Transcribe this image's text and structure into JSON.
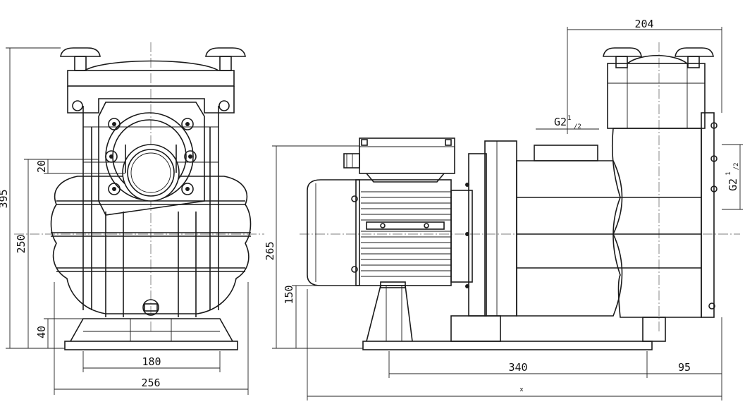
{
  "dimensions": {
    "front_height_total": "395",
    "front_height_250": "250",
    "front_offset_20": "20",
    "front_base_40": "40",
    "front_width_180": "180",
    "front_width_256": "256",
    "side_height_265": "265",
    "side_height_150": "150",
    "side_width_204": "204",
    "side_length_340": "340",
    "side_length_95": "95",
    "side_length_x": "x"
  },
  "threads": {
    "top_port_main": "G2",
    "top_port_sup": "1",
    "top_port_sub": "/2",
    "side_port_main": "G2",
    "side_port_sup": "1",
    "side_port_sub": "/2"
  }
}
